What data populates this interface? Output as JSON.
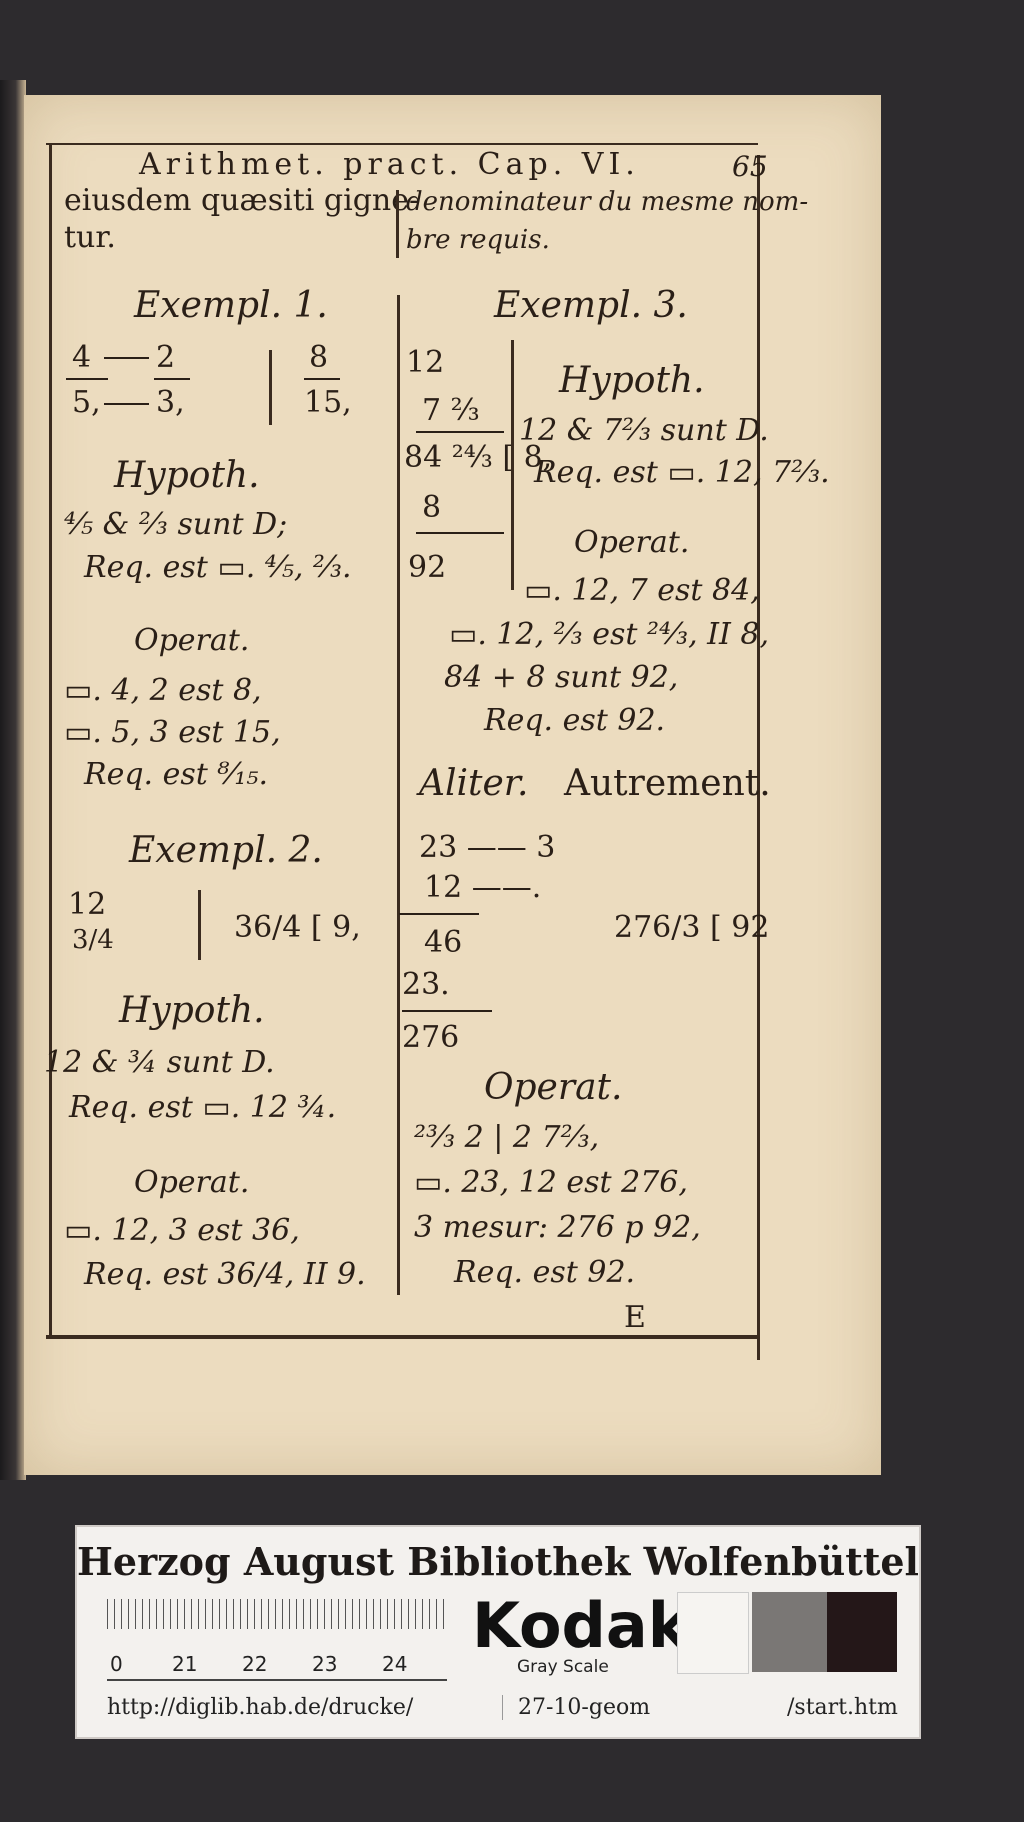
{
  "header": {
    "running_title": "Arithmet. pract. Cap. VI.",
    "page_number": "65"
  },
  "intro": {
    "left_line1": "eiusdem quæsiti gigne-",
    "left_line2": "tur.",
    "right_line1": "denominateur du mesme nom-",
    "right_line2": "bre requis."
  },
  "ex1": {
    "title": "Exempl. 1.",
    "n1": "4",
    "d1": "5,",
    "n2": "2",
    "d2": "3,",
    "rn": "8",
    "rd": "15,",
    "hypoth": "Hypoth.",
    "hyp_line": "⁴⁄₅ & ²⁄₃ sunt D;",
    "req_line": "Req. est ▭. ⁴⁄₅, ²⁄₃.",
    "operat": "Operat.",
    "op1": "▭. 4, 2 est 8,",
    "op2": "▭. 5, 3 est 15,",
    "req": "Req. est ⁸⁄₁₅."
  },
  "ex2": {
    "title": "Exempl. 2.",
    "a": "12",
    "b": "3/4",
    "r": "36/4 [ 9,",
    "hypoth": "Hypoth.",
    "hyp_line": "12 & ¾ sunt D.",
    "req_line": "Req. est ▭. 12 ¾.",
    "operat": "Operat.",
    "op1": "▭. 12, 3 est 36,",
    "req": "Req. est 36/4, II 9."
  },
  "ex3": {
    "title": "Exempl. 3.",
    "a1": "12",
    "a2": "7 ⅔",
    "a3": "84 ²⁴⁄₃ [ 8,",
    "a4": "8",
    "a5": "92",
    "hypoth": "Hypoth.",
    "hyp_line": "12 & 7⅔ sunt D.",
    "req_line": "Req. est ▭. 12, 7⅔.",
    "operat": "Operat.",
    "op1": "▭. 12, 7 est 84,",
    "op2": "▭. 12, ⅔ est ²⁴⁄₃, II 8,",
    "op3": "84 + 8 sunt 92,",
    "req": "Req. est 92."
  },
  "aliter": {
    "label_la": "Aliter.",
    "label_fr": "Autrement.",
    "c1": "23 —— 3",
    "c2": "12 ——.",
    "c3": "46",
    "c4": "23.",
    "c5": "276",
    "frac": "276/3 [ 92",
    "operat": "Operat.",
    "op1": "²³⁄₃ 2 | 2 7⅔,",
    "op2": "▭. 23, 12 est 276,",
    "op3": "3 mesur: 276 p 92,",
    "req": "Req. est 92.",
    "signature": "E"
  },
  "card": {
    "title": "Herzog August Bibliothek Wolfenbüttel",
    "ruler_labels": [
      "0",
      "21",
      "22",
      "23",
      "24"
    ],
    "brand": "Kodak",
    "brand_sub": "Gray Scale",
    "url": "http://diglib.hab.de/drucke/",
    "code": "27-10-geom",
    "end": "/start.htm",
    "colors": {
      "light": "#f6f4f1",
      "mid": "#7a7775",
      "dark": "#241718"
    }
  }
}
